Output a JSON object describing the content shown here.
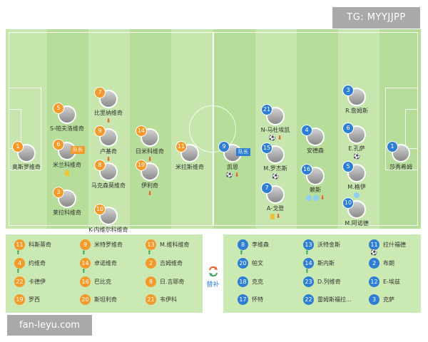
{
  "watermarks": {
    "top": "TG: MYYJJPP",
    "bottom": "fan-leyu.com"
  },
  "home_team": {
    "players": [
      {
        "num": "1",
        "name": "奥斯罗维奇"
      },
      {
        "num": "5",
        "name": "S-帕夫洛维奇"
      },
      {
        "num": "6",
        "name": "米兰科维奇",
        "badge": "队长"
      },
      {
        "num": "3",
        "name": "莱拉科维奇"
      },
      {
        "num": "7",
        "name": "比里纳维奇"
      },
      {
        "num": "9",
        "name": "卢基奇"
      },
      {
        "num": "8",
        "name": "马克森莫维奇"
      },
      {
        "num": "10",
        "name": "K-内维尔科维奇"
      },
      {
        "num": "14",
        "name": "日米科维奇"
      },
      {
        "num": "19",
        "name": "伊利奇"
      },
      {
        "num": "11",
        "name": "米拉斯维奇"
      }
    ],
    "subs": [
      {
        "num": "11",
        "name": "科斯蒂奇"
      },
      {
        "num": "9",
        "name": "米特罗维奇"
      },
      {
        "num": "13",
        "name": "M.维科维奇"
      },
      {
        "num": "4",
        "name": "约维奇"
      },
      {
        "num": "14",
        "name": "卓诺维奇"
      },
      {
        "num": "2",
        "name": "吉姆维奇"
      },
      {
        "num": "22",
        "name": "卡德伊"
      },
      {
        "num": "16",
        "name": "巴比克"
      },
      {
        "num": "8",
        "name": "日.吉耶奇"
      },
      {
        "num": "19",
        "name": "罗西"
      },
      {
        "num": "20",
        "name": "斯坦利奇"
      },
      {
        "num": "21",
        "name": "韦伊科"
      }
    ]
  },
  "away_team": {
    "players": [
      {
        "num": "1",
        "name": "莎秀希姆"
      },
      {
        "num": "9",
        "name": "凯恩",
        "badge": "队长"
      },
      {
        "num": "21",
        "name": "N-马杜埃凯"
      },
      {
        "num": "15",
        "name": "M.罗杰斯"
      },
      {
        "num": "7",
        "name": "A-戈登"
      },
      {
        "num": "4",
        "name": "安德森"
      },
      {
        "num": "16",
        "name": "赖斯"
      },
      {
        "num": "3",
        "name": "R.詹姆斯"
      },
      {
        "num": "6",
        "name": "E.孔萨"
      },
      {
        "num": "5",
        "name": "M.格伊"
      },
      {
        "num": "10",
        "name": "M.阿诺德"
      }
    ],
    "subs": [
      {
        "num": "8",
        "name": "李维森"
      },
      {
        "num": "13",
        "name": "沃特金斯"
      },
      {
        "num": "11",
        "name": "拉什福德"
      },
      {
        "num": "20",
        "name": "帕文"
      },
      {
        "num": "14",
        "name": "斯内斯"
      },
      {
        "num": "2",
        "name": "布朗"
      },
      {
        "num": "18",
        "name": "克克"
      },
      {
        "num": "23",
        "name": "D.列维奇"
      },
      {
        "num": "12",
        "name": "E-埃兹"
      },
      {
        "num": "17",
        "name": "怀特"
      },
      {
        "num": "22",
        "name": "雷姆斯福拉..."
      },
      {
        "num": "3",
        "name": "克萨"
      }
    ]
  },
  "subs_label": "替补",
  "colors": {
    "home": "#f39a2a",
    "away": "#2e7fd3",
    "pitch_light": "#c6e6ae",
    "pitch_dark": "#b6dd99"
  }
}
